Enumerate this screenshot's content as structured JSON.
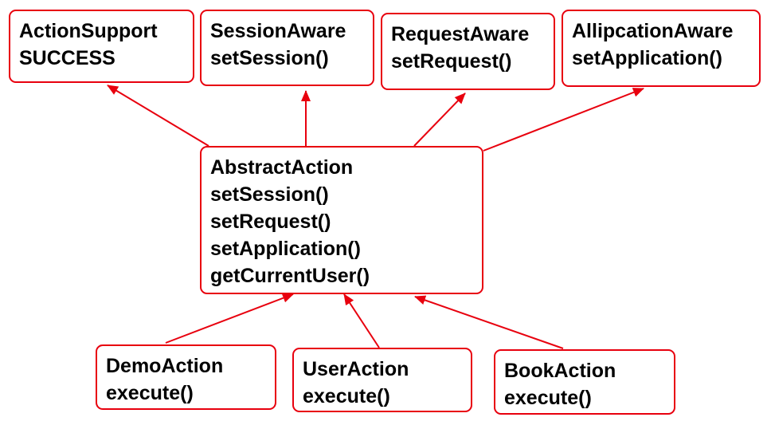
{
  "colors": {
    "border": "#e8000e",
    "arrow": "#e8000e",
    "text": "#000000",
    "background": "#ffffff"
  },
  "boxes": {
    "action_support": {
      "lines": [
        "ActionSupport",
        "SUCCESS"
      ]
    },
    "session_aware": {
      "lines": [
        "SessionAware",
        "setSession()"
      ]
    },
    "request_aware": {
      "lines": [
        "RequestAware",
        "setRequest()"
      ]
    },
    "application_aware": {
      "lines": [
        "AllipcationAware",
        "setApplication()"
      ]
    },
    "abstract_action": {
      "lines": [
        "AbstractAction",
        "setSession()",
        "setRequest()",
        "setApplication()",
        "getCurrentUser()"
      ]
    },
    "demo_action": {
      "lines": [
        "DemoAction",
        "execute()"
      ]
    },
    "user_action": {
      "lines": [
        "UserAction",
        "execute()"
      ]
    },
    "book_action": {
      "lines": [
        "BookAction",
        "execute()"
      ]
    }
  },
  "edges": [
    {
      "from": "AbstractAction",
      "to": "ActionSupport"
    },
    {
      "from": "AbstractAction",
      "to": "SessionAware"
    },
    {
      "from": "AbstractAction",
      "to": "RequestAware"
    },
    {
      "from": "AbstractAction",
      "to": "AllipcationAware"
    },
    {
      "from": "DemoAction",
      "to": "AbstractAction"
    },
    {
      "from": "UserAction",
      "to": "AbstractAction"
    },
    {
      "from": "BookAction",
      "to": "AbstractAction"
    }
  ]
}
